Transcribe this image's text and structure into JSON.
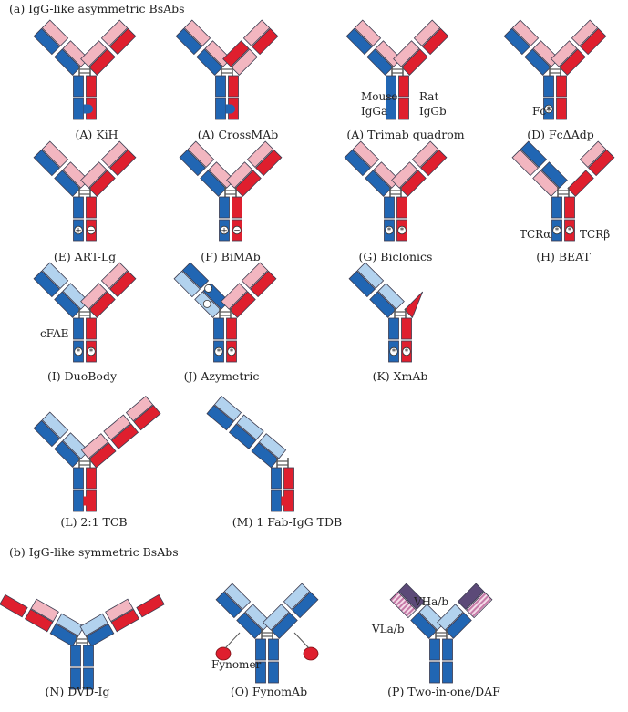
{
  "sections": {
    "asymmetric": "(a) IgG-like asymmetric BsAbs",
    "symmetric": "(b) IgG-like symmetric BsAbs"
  },
  "colors": {
    "heavy_blue": "#2166b3",
    "light_pink": "#f2b6c0",
    "heavy_red": "#df1f2e",
    "light_blue": "#b2d2ee",
    "purple": "#5c4a78",
    "hatch_pink": "#c77aa8",
    "outline": "#3b3b4f",
    "hinge": "#555555"
  },
  "formats": {
    "kih": "(A) KiH",
    "crossmab": "(A) CrossMAb",
    "trimab": "(A) Trimab quadrom",
    "fcadp": "(D) FcΔAdp",
    "artlg": "(E) ART-Lg",
    "bimab": "(F) BiMAb",
    "biclonics": "(G) Biclonics",
    "beat": "(H) BEAT",
    "duobody": "(I) DuoBody",
    "azymetric": "(J) Azymetric",
    "xmab": "(K) XmAb",
    "tcb": "(L) 2:1 TCB",
    "tdb": "(M) 1 Fab-IgG TDB",
    "dvdig": "(N) DVD-Ig",
    "fynomab": "(O) FynomAb",
    "twoinone": "(P) Two-in-one/DAF"
  },
  "annotations": {
    "mouse": "Mouse",
    "igga": "IgGa",
    "rat": "Rat",
    "iggb": "IgGb",
    "fcstar": "Fc*",
    "tcralpha": "TCRα",
    "tcrbeta": "TCRβ",
    "cfae": "cFAE",
    "fynomer": "Fynomer",
    "vhab": "VHa/b",
    "vlab": "VLa/b"
  }
}
